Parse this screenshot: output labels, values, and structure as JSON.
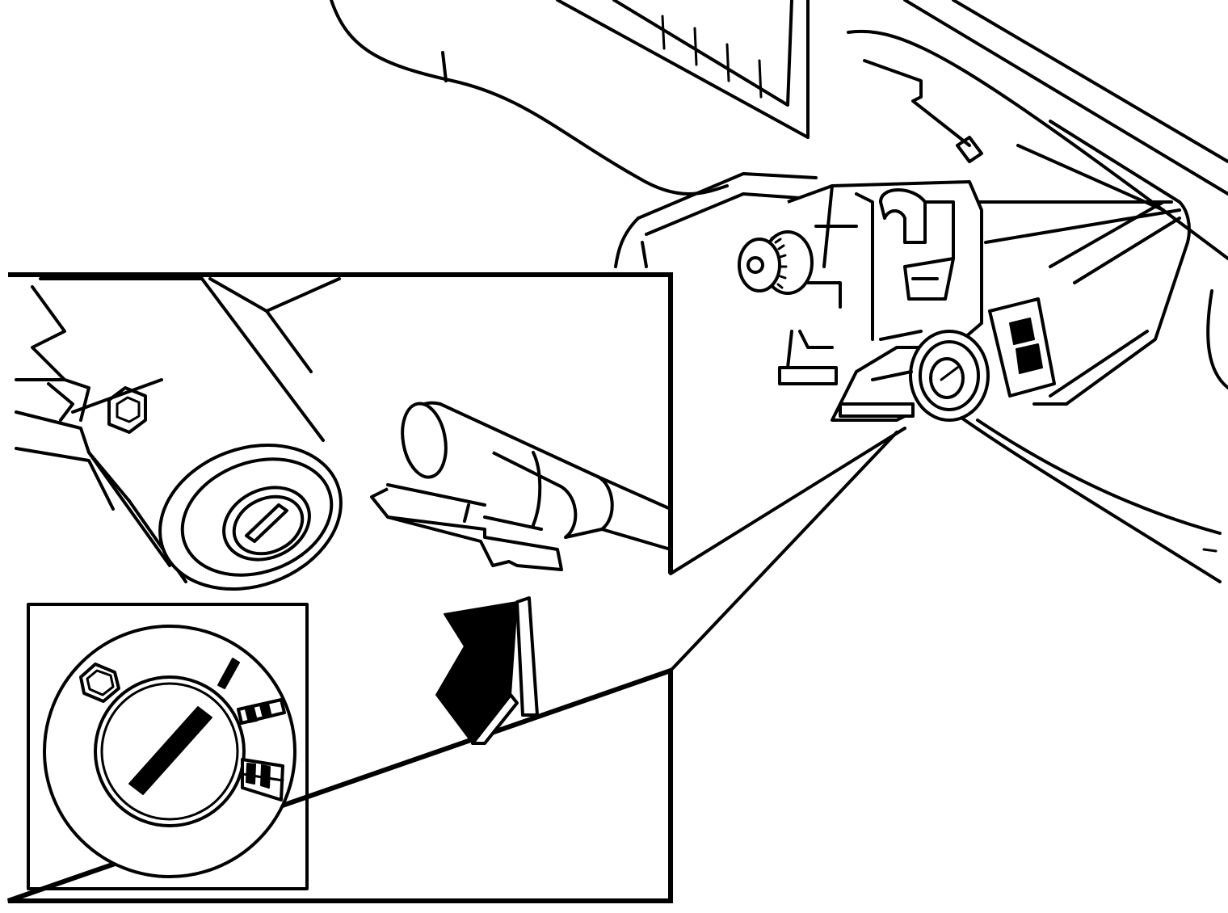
{
  "figure": {
    "kind": "technical-illustration",
    "style": "black line art on white",
    "colors": {
      "ink": "#000000",
      "paper": "#ffffff"
    },
    "parts": [
      {
        "name": "steering-column-assembly",
        "view": "overview"
      },
      {
        "name": "detail-callout",
        "view": "enlarged"
      },
      {
        "name": "ignition-lock-housing",
        "view": "enlarged"
      },
      {
        "name": "lock-cylinder",
        "view": "enlarged"
      },
      {
        "name": "insertion-arrow",
        "view": "enlarged"
      },
      {
        "name": "key-position-inset",
        "view": "front"
      }
    ],
    "key_position_marks": 3,
    "text_labels": []
  }
}
